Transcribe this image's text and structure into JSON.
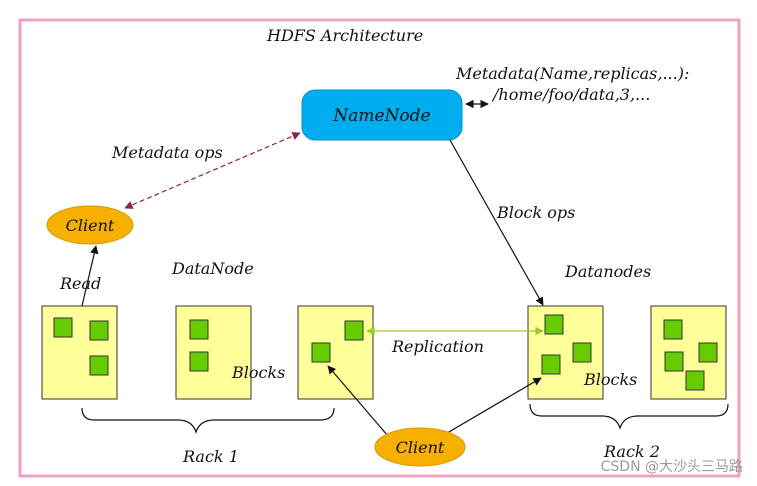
{
  "title": "HDFS Architecture",
  "namenode": {
    "label": "NameNode"
  },
  "metadata": {
    "line1": "Metadata(Name,replicas,...):",
    "line2": "/home/foo/data,3,..."
  },
  "labels": {
    "metadata_ops": "Metadata ops",
    "block_ops": "Block ops",
    "read": "Read",
    "datanode": "DataNode",
    "datanodes": "Datanodes",
    "replication": "Replication",
    "blocks_left": "Blocks",
    "blocks_right": "Blocks",
    "rack1": "Rack 1",
    "rack2": "Rack 2"
  },
  "clients": {
    "top": "Client",
    "bottom": "Client"
  },
  "watermark": "CSDN @大沙头三马路",
  "colors": {
    "border": "#f2a0c6",
    "namenode_fill": "#00aeef",
    "client_fill": "#f5b000",
    "datanode_fill": "#ffff99",
    "block_fill": "#66cc00",
    "metadata_arrow": "#8b2252",
    "replication_arrow": "#99cc33"
  }
}
